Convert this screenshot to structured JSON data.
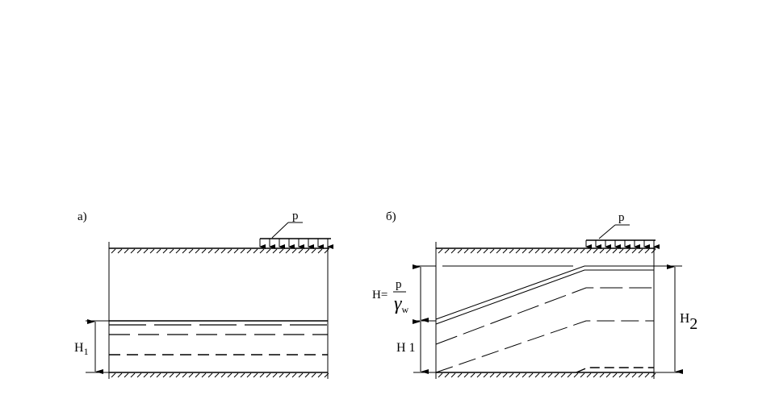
{
  "panel_a": {
    "label": "а)",
    "load_label": "p",
    "height_label_H": "H",
    "height_label_sub": "1"
  },
  "panel_b": {
    "label": "б)",
    "load_label": "p",
    "formula_H": "H=",
    "formula_num": "p",
    "formula_gamma": "γ",
    "formula_sub": "w",
    "height_label_H1": "H 1",
    "height_label_H2": "H",
    "height_label_H2_sub": "2"
  }
}
